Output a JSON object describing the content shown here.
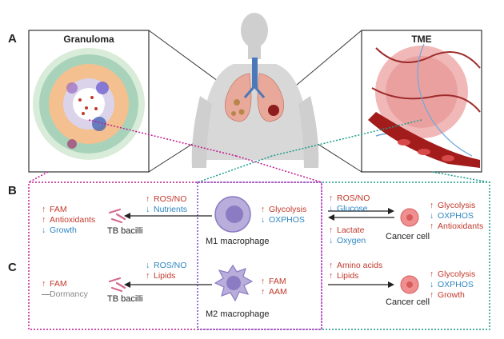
{
  "panels": {
    "a": "A",
    "b": "B",
    "c": "C"
  },
  "titles": {
    "granuloma": "Granuloma",
    "tme": "TME"
  },
  "b": {
    "left_list": [
      {
        "dir": "up",
        "text": "FAM"
      },
      {
        "dir": "up",
        "text": "Antioxidants"
      },
      {
        "dir": "down",
        "text": "Growth"
      }
    ],
    "tb_label": "TB bacilli",
    "between_left": [
      {
        "dir": "up",
        "text": "ROS/NO"
      },
      {
        "dir": "down",
        "text": "Nutrients"
      }
    ],
    "macrophage_label": "M1 macrophage",
    "macro_list": [
      {
        "dir": "up",
        "text": "Glycolysis"
      },
      {
        "dir": "down",
        "text": "OXPHOS"
      }
    ],
    "between_right": [
      {
        "dir": "up",
        "text": "ROS/NO"
      },
      {
        "dir": "down",
        "text": "Glucose"
      },
      {
        "dir": "up",
        "text": "Lactate"
      },
      {
        "dir": "down",
        "text": "Oxygen"
      }
    ],
    "cancer_label": "Cancer cell",
    "cancer_list": [
      {
        "dir": "up",
        "text": "Glycolysis"
      },
      {
        "dir": "down",
        "text": "OXPHOS"
      },
      {
        "dir": "up",
        "text": "Antioxidants"
      }
    ]
  },
  "c": {
    "left_list": [
      {
        "dir": "up",
        "text": "FAM"
      },
      {
        "dir": "flat",
        "text": "Dormancy"
      }
    ],
    "tb_label": "TB bacilli",
    "between_left": [
      {
        "dir": "down",
        "text": "ROS/NO"
      },
      {
        "dir": "up",
        "text": "Lipids"
      }
    ],
    "macrophage_label": "M2 macrophage",
    "macro_list": [
      {
        "dir": "up",
        "text": "FAM"
      },
      {
        "dir": "up",
        "text": "AAM"
      }
    ],
    "between_right": [
      {
        "dir": "up",
        "text": "Amino acids"
      },
      {
        "dir": "up",
        "text": "Lipids"
      }
    ],
    "cancer_label": "Cancer cell",
    "cancer_list": [
      {
        "dir": "up",
        "text": "Glycolysis"
      },
      {
        "dir": "down",
        "text": "OXPHOS"
      },
      {
        "dir": "up",
        "text": "Growth"
      }
    ]
  },
  "colors": {
    "up": "#c0392b",
    "down": "#2e86c1",
    "flat": "#888888",
    "magenta": "#c2188f",
    "purple": "#a259d9",
    "teal": "#1a9c8a"
  }
}
